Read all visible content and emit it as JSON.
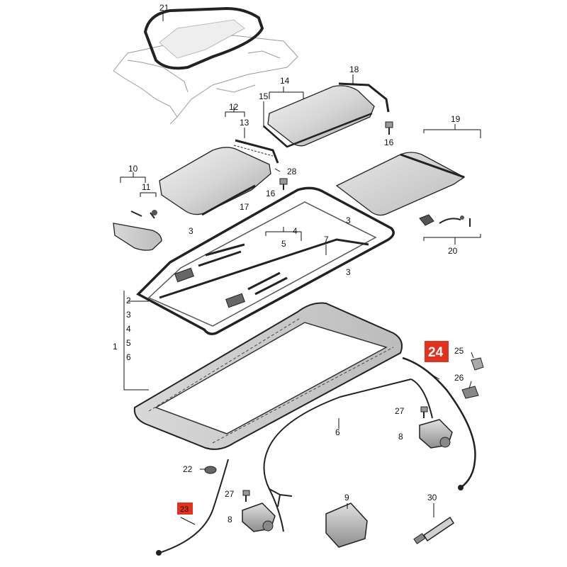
{
  "diagram": {
    "part_numbers": {
      "p1": "1",
      "p2": "2",
      "p3a": "3",
      "p3b": "3",
      "p3c": "3",
      "p3d": "3",
      "p4a": "4",
      "p4b": "4",
      "p5a": "5",
      "p5b": "5",
      "p6a": "6",
      "p6b": "6",
      "p7": "7",
      "p8a": "8",
      "p8b": "8",
      "p9": "9",
      "p10": "10",
      "p11": "11",
      "p12": "12",
      "p13": "13",
      "p14": "14",
      "p15": "15",
      "p16a": "16",
      "p16b": "16",
      "p17": "17",
      "p18": "18",
      "p19": "19",
      "p20": "20",
      "p21": "21",
      "p22": "22",
      "p23": "23",
      "p24": "24",
      "p25": "25",
      "p26": "26",
      "p27a": "27",
      "p27b": "27",
      "p28": "28",
      "p30": "30"
    },
    "highlight_color": "#e0321e"
  }
}
